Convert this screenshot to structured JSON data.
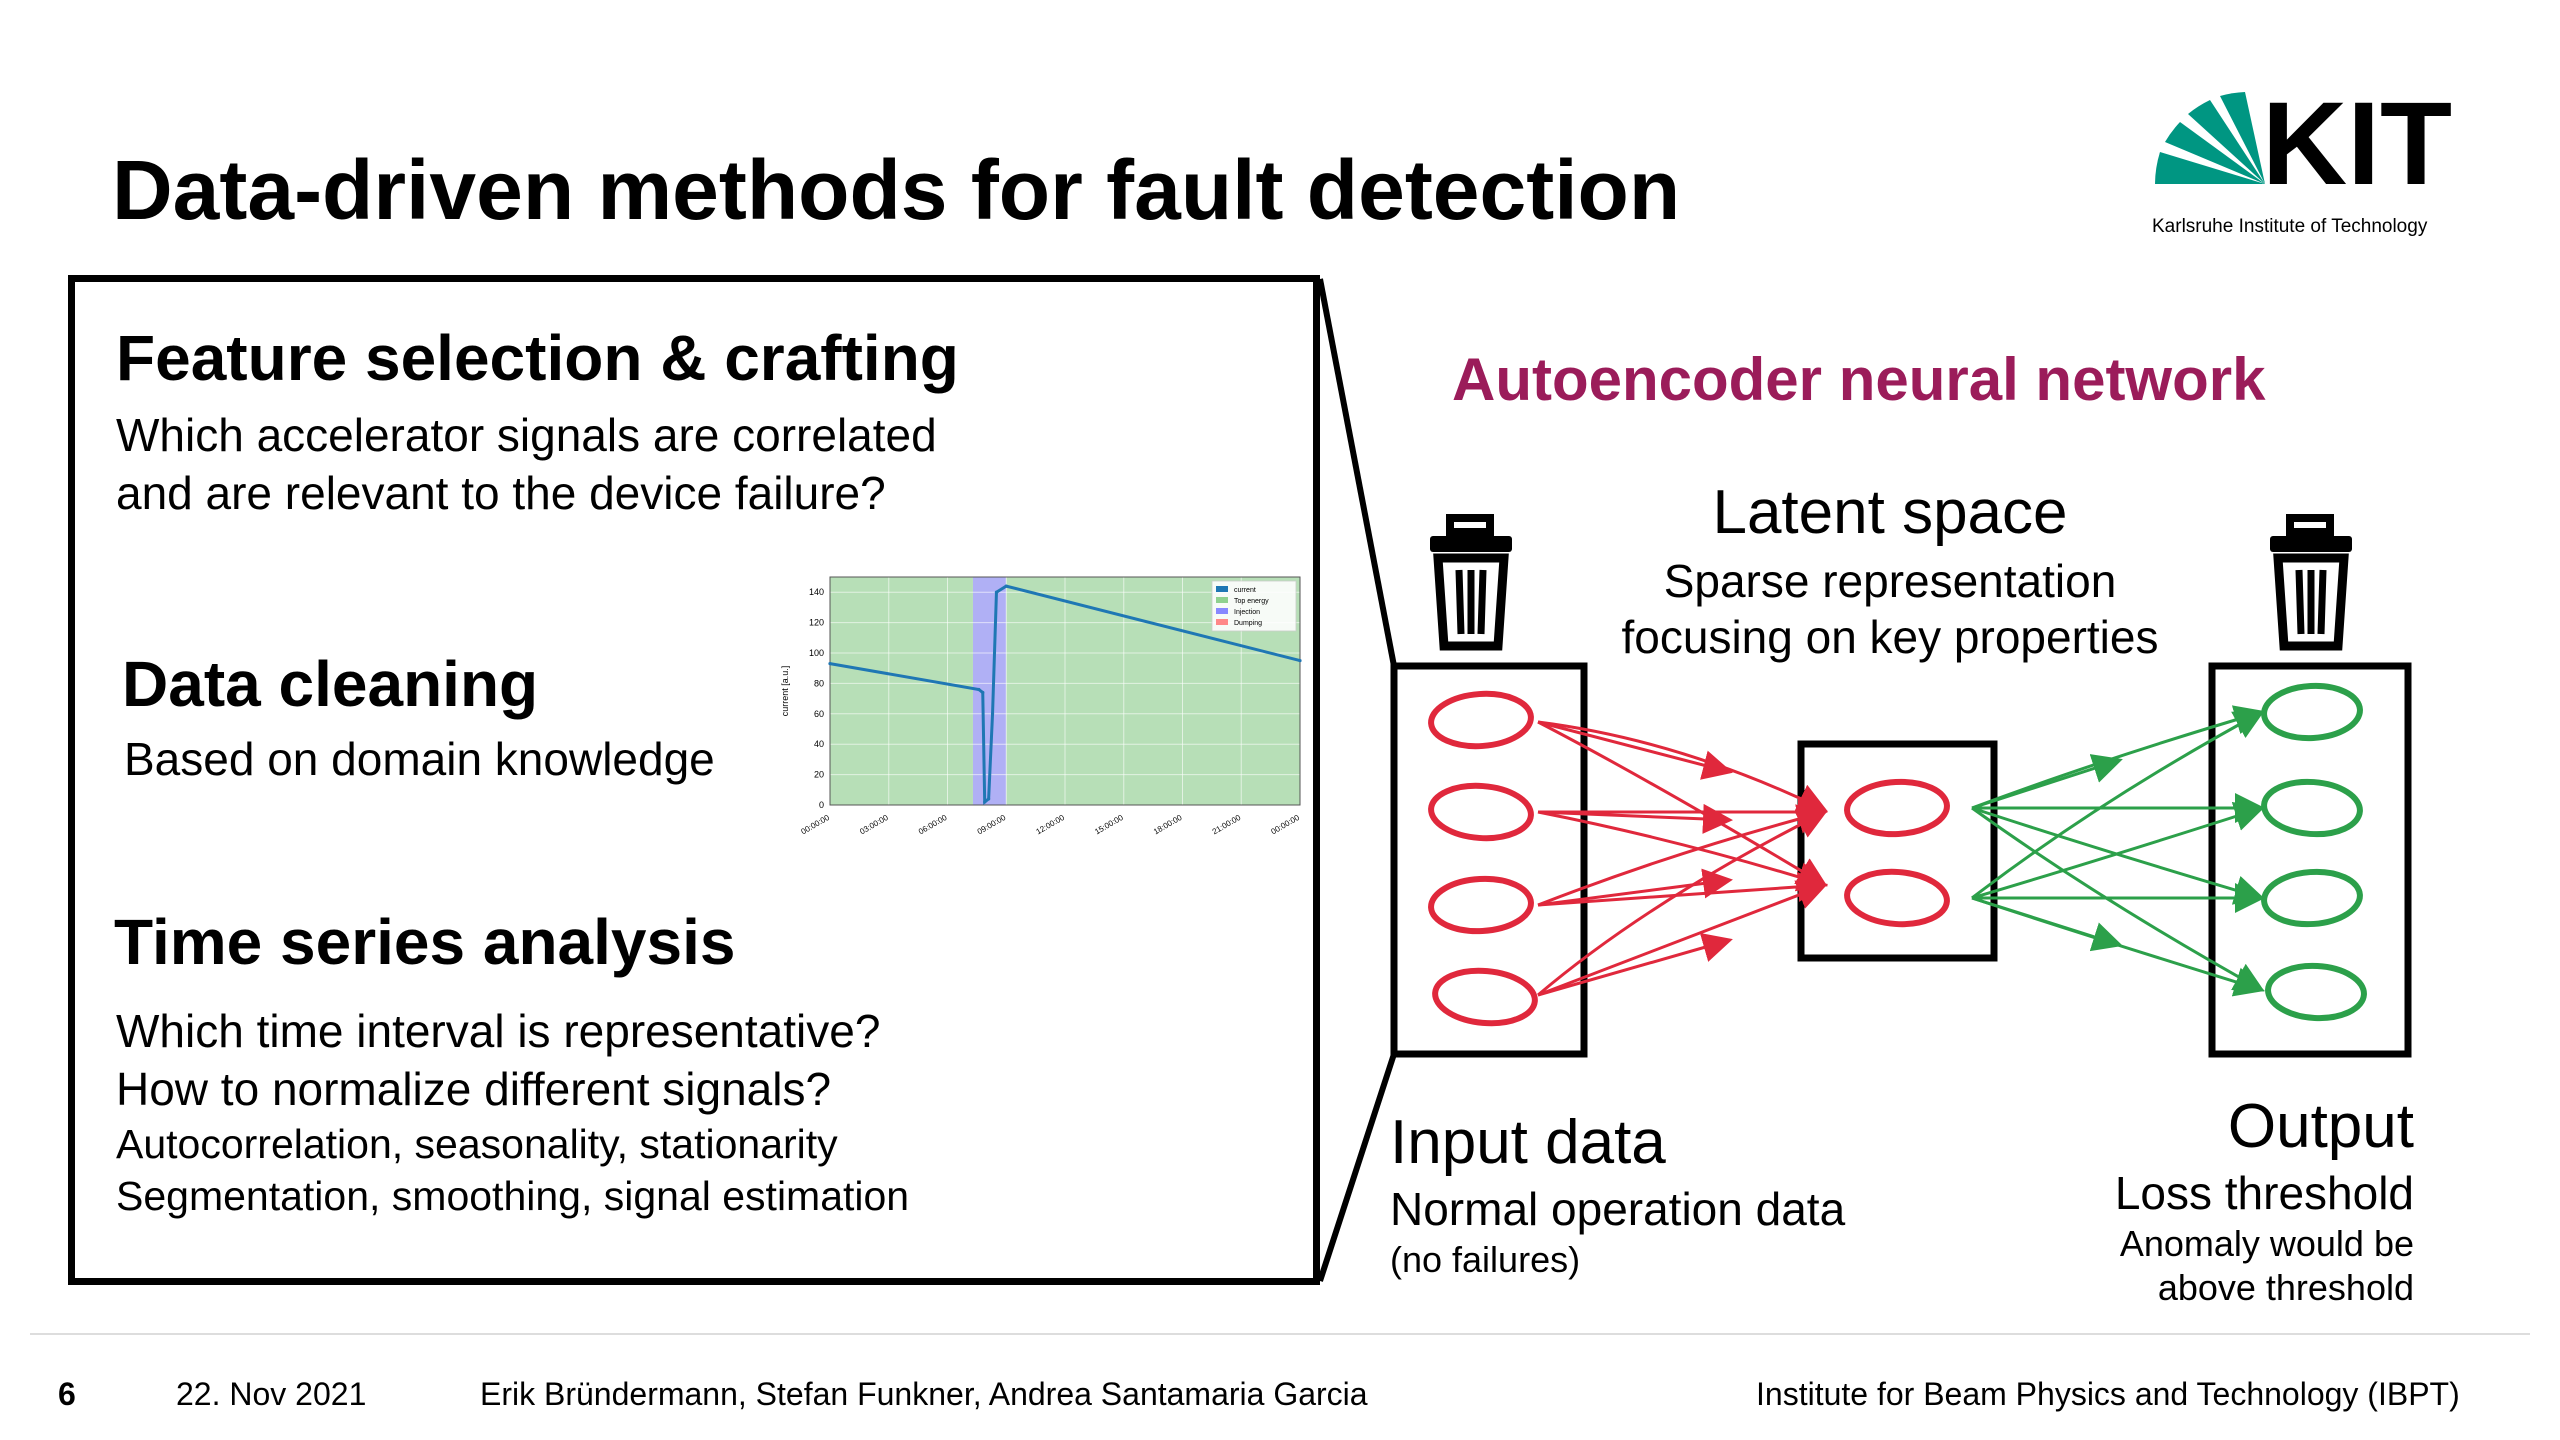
{
  "slide": {
    "title": "Data-driven methods for fault detection"
  },
  "logo": {
    "wordmark": "KIT",
    "subtitle": "Karlsruhe Institute of Technology",
    "color": "#009682"
  },
  "left_panel": {
    "feature": {
      "heading": "Feature selection & crafting",
      "line1": "Which accelerator signals are correlated",
      "line2": "and are relevant to the device failure?"
    },
    "cleaning": {
      "heading": "Data cleaning",
      "line1": "Based on domain knowledge"
    },
    "timeseries": {
      "heading": "Time series analysis",
      "line1": "Which time interval is representative?",
      "line2": "How to normalize different signals?",
      "line3": "Autocorrelation, seasonality, stationarity",
      "line4": "Segmentation, smoothing, signal estimation"
    }
  },
  "chart_data": {
    "type": "line",
    "ylabel": "current [a.u.]",
    "ylim": [
      0,
      150
    ],
    "yticks": [
      0,
      20,
      40,
      60,
      80,
      100,
      120,
      140
    ],
    "xticks": [
      "00:00:00",
      "03:00:00",
      "06:00:00",
      "09:00:00",
      "12:00:00",
      "15:00:00",
      "18:00:00",
      "21:00:00",
      "00:00:00"
    ],
    "xlim": [
      0,
      24
    ],
    "grid": true,
    "legend_position": "top-right",
    "legend": [
      {
        "label": "current",
        "color": "#1f77b4"
      },
      {
        "label": "Top energy",
        "color": "#8fd18f"
      },
      {
        "label": "Injection",
        "color": "#8888ff"
      },
      {
        "label": "Dumping",
        "color": "#ff8888"
      }
    ],
    "regions": [
      {
        "label": "Top energy",
        "from": 0,
        "to": 7.3,
        "color": "#b7dfb7"
      },
      {
        "label": "Injection",
        "from": 7.3,
        "to": 9.0,
        "color": "#b0b0f5"
      },
      {
        "label": "Top energy",
        "from": 9.0,
        "to": 24,
        "color": "#b7dfb7"
      }
    ],
    "series": [
      {
        "name": "current",
        "color": "#1f77b4",
        "x": [
          0,
          7.6,
          7.8,
          7.9,
          8.1,
          8.3,
          8.5,
          9.0,
          24
        ],
        "y": [
          93,
          76,
          74,
          2,
          4,
          60,
          140,
          144,
          95
        ]
      }
    ]
  },
  "autoencoder": {
    "title": "Autoencoder neural network",
    "latent_heading": "Latent space",
    "latent_line1": "Sparse representation",
    "latent_line2": "focusing on key properties",
    "input_heading": "Input data",
    "input_line1": "Normal operation data",
    "input_line2": "(no failures)",
    "output_heading": "Output",
    "output_line1": "Loss threshold",
    "output_line2": "Anomaly would be",
    "output_line3": "above threshold",
    "red": "#e0283c",
    "green": "#2ca04a"
  },
  "footer": {
    "page": "6",
    "date": "22. Nov 2021",
    "authors": "Erik Bründermann, Stefan Funkner, Andrea Santamaria Garcia",
    "institute": "Institute for Beam Physics and Technology (IBPT)"
  }
}
